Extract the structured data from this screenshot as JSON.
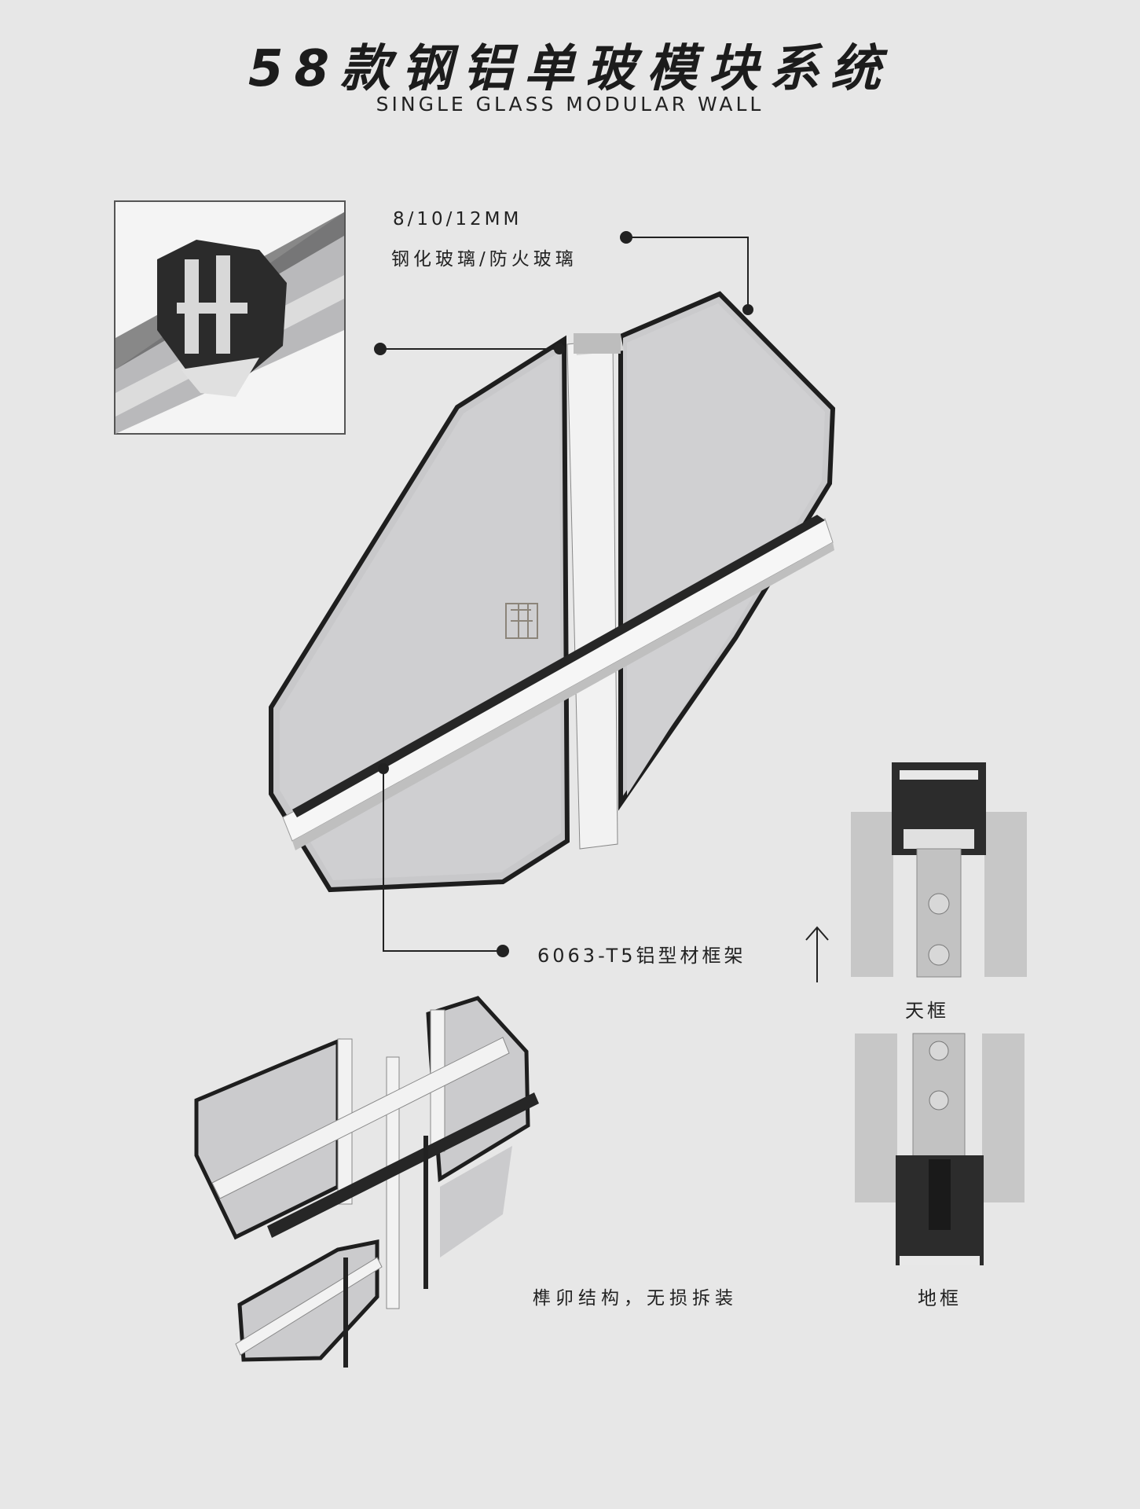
{
  "header": {
    "title": "58款钢铝单玻模块系统",
    "subtitle": "SINGLE GLASS MODULAR WALL"
  },
  "callouts": {
    "glass_size": "8/10/12MM",
    "glass_type": "钢化玻璃/防火玻璃",
    "frame_material": "6063-T5铝型材框架",
    "joint_structure": "榫卯结构，无损拆装",
    "top_frame": "天框",
    "bottom_frame": "地框"
  },
  "colors": {
    "background": "#e7e7e7",
    "glass": "#c9c9cb",
    "frame": "#f2f2f2",
    "dark_profile": "#2a2a2a"
  },
  "icons": [
    "up-arrow-icon"
  ]
}
